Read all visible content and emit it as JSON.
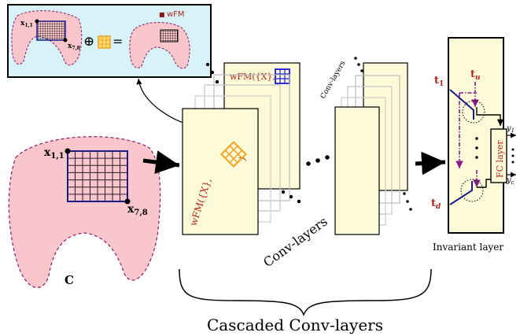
{
  "inset": {
    "label_x11": "x",
    "label_x11_sub": "1,1",
    "label_x78": "x",
    "label_x78_sub": "7,8",
    "oplus": "⊕",
    "equals": "=",
    "legend_marker": "■",
    "legend_text": "wFM",
    "colors": {
      "background": "#d8f3f8",
      "blob": "#f9c6cc",
      "grid": "#000000",
      "filter": "#f0a020"
    }
  },
  "main_blob": {
    "label_x11": "x",
    "label_x11_sub": "1,1",
    "label_x78": "x",
    "label_x78_sub": "7,8",
    "label_c": "C",
    "colors": {
      "fill": "#f9c6cc",
      "outline": "#8a1a6a",
      "grid": "#1a1a8a"
    }
  },
  "conv_block_1": {
    "front_label": "wFM({X}, ",
    "front_label_close": ")",
    "back_label": "wFM({X}, ",
    "caption": "Conv-layers",
    "colors": {
      "sheet": "#fdfad8",
      "text": "#b0241c",
      "front_filter": "#f5a020",
      "back_filter": "#1a1adc"
    }
  },
  "conv_block_2": {
    "caption": "Conv-layers"
  },
  "invariant": {
    "t1": "t",
    "t1_sub": "1",
    "tu": "t",
    "tu_sub": "u",
    "td": "t",
    "td_sub": "d",
    "y1": "y",
    "y1_sub": "1",
    "yc": "y",
    "yc_sub": "c",
    "fc_label": "FC layer",
    "caption": "Invariant layer",
    "colors": {
      "label": "#b0241c",
      "line": "#1a1a8a",
      "dashdot": "#8a1a8a"
    }
  },
  "bottom_caption": "Cascaded Conv-layers"
}
